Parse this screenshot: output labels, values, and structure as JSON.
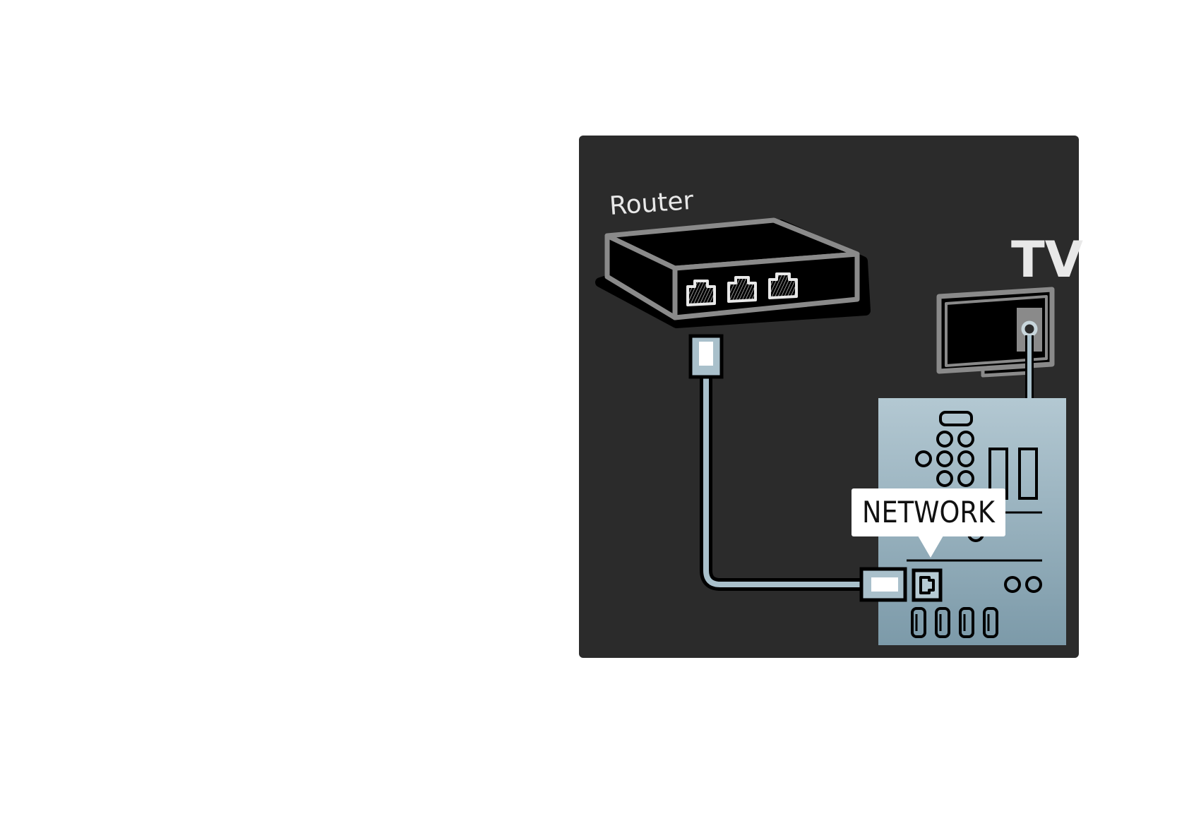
{
  "labels": {
    "router": "Router",
    "tv": "TV",
    "network": "NETWORK"
  },
  "colors": {
    "page_background": "#ffffff",
    "panel_background": "#2b2b2b",
    "outline_gray": "#8a8a8a",
    "device_body": "#000000",
    "cable_light": "#a9c0cb",
    "tv_back_panel_top": "#b3c8d2",
    "tv_back_panel_bottom": "#7c9aa9",
    "callout_background": "#ffffff",
    "label_text_light": "#e8e8e8"
  },
  "icons": [
    "router-device",
    "ethernet-port-icon",
    "ethernet-plug-icon",
    "tv-device",
    "network-port-icon",
    "hdmi-port-icon"
  ]
}
